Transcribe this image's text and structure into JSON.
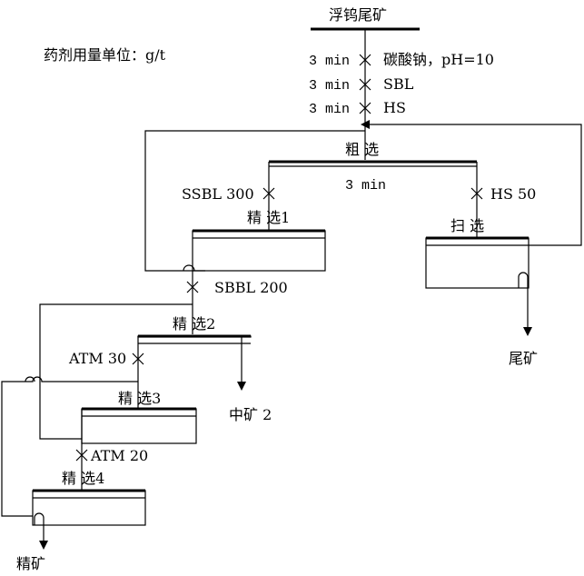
{
  "title": "浮钨尾矿",
  "note": "药剂用量单位：g/t",
  "feed_reagents": [
    {
      "time": "3 min",
      "reagent": "碳酸钠，pH=10"
    },
    {
      "time": "3 min",
      "reagent": "SBL"
    },
    {
      "time": "3 min",
      "reagent": "HS"
    }
  ],
  "stages": {
    "rougher": {
      "label": "粗  选",
      "time": "3 min"
    },
    "scavenger": {
      "label": "扫  选",
      "reagent": "HS 50"
    },
    "cleaner1": {
      "label": "精  选1",
      "reagent": "SSBL 300"
    },
    "cleaner2": {
      "label": "精  选2",
      "reagent": "SBBL 200"
    },
    "cleaner3": {
      "label": "精  选3",
      "reagent": "ATM 30"
    },
    "cleaner4": {
      "label": "精  选4",
      "reagent": "ATM 20"
    }
  },
  "outputs": {
    "tailings": "尾矿",
    "middling2": "中矿 2",
    "concentrate": "精矿"
  }
}
